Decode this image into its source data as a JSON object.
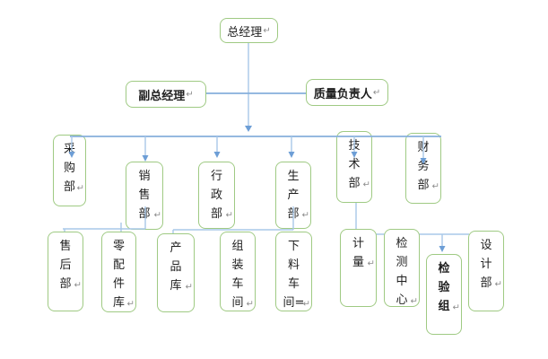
{
  "diagram": {
    "kind": "organization-chart"
  },
  "colors": {
    "box_border_green": "#9fca83",
    "connector_light_blue": "#a9c8e8",
    "connector_blue": "#86afdc",
    "arrowhead_blue": "#6d9ed6",
    "text": "#1f1f1f",
    "return_mark_gray": "#8c8c8c"
  },
  "marks": {
    "return_mark": "↵"
  },
  "nodes": {
    "general_manager": {
      "label": "总经理",
      "bold": false
    },
    "deputy_general_manager": {
      "label": "副总经理",
      "bold": true
    },
    "quality_director": {
      "label": "质量负责人",
      "bold": true
    },
    "purchasing_dept": {
      "label": "采购部"
    },
    "sales_dept": {
      "label": "销售部"
    },
    "admin_dept": {
      "label": "行政部"
    },
    "production_dept": {
      "label": "生产部"
    },
    "technology_dept": {
      "label": "技术部"
    },
    "finance_dept": {
      "label": "财务部"
    },
    "after_sales_dept": {
      "label": "售后部"
    },
    "spare_parts_warehouse": {
      "label": "零配件库"
    },
    "product_warehouse": {
      "label": "产品库"
    },
    "assembly_workshop": {
      "label": "组装车间"
    },
    "cutting_workshop": {
      "label": "下料车间",
      "suffix": "="
    },
    "metrology_group": {
      "label": "计量"
    },
    "testing_center": {
      "label": "检测中心"
    },
    "inspection_team": {
      "label": "检验组",
      "bold": true
    },
    "design_dept": {
      "label": "设计部"
    }
  }
}
